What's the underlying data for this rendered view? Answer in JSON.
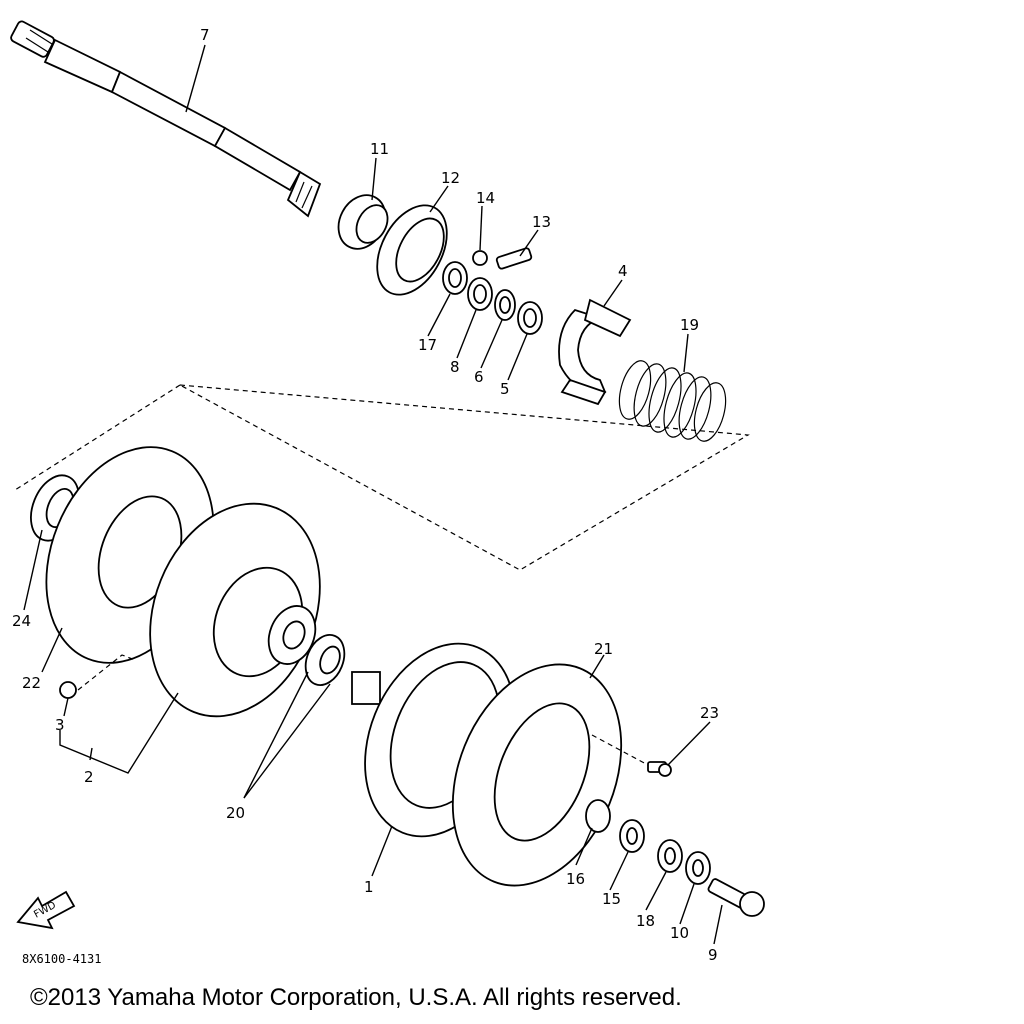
{
  "diagram": {
    "fwd_label": "FWD",
    "part_code": "8X6100-4131",
    "copyright": "©2013 Yamaha Motor Corporation, U.S.A. All rights reserved.",
    "callouts": [
      "7",
      "11",
      "12",
      "14",
      "13",
      "4",
      "19",
      "17",
      "8",
      "6",
      "5",
      "24",
      "22",
      "3",
      "2",
      "20",
      "21",
      "23",
      "1",
      "16",
      "15",
      "18",
      "10",
      "9"
    ]
  }
}
